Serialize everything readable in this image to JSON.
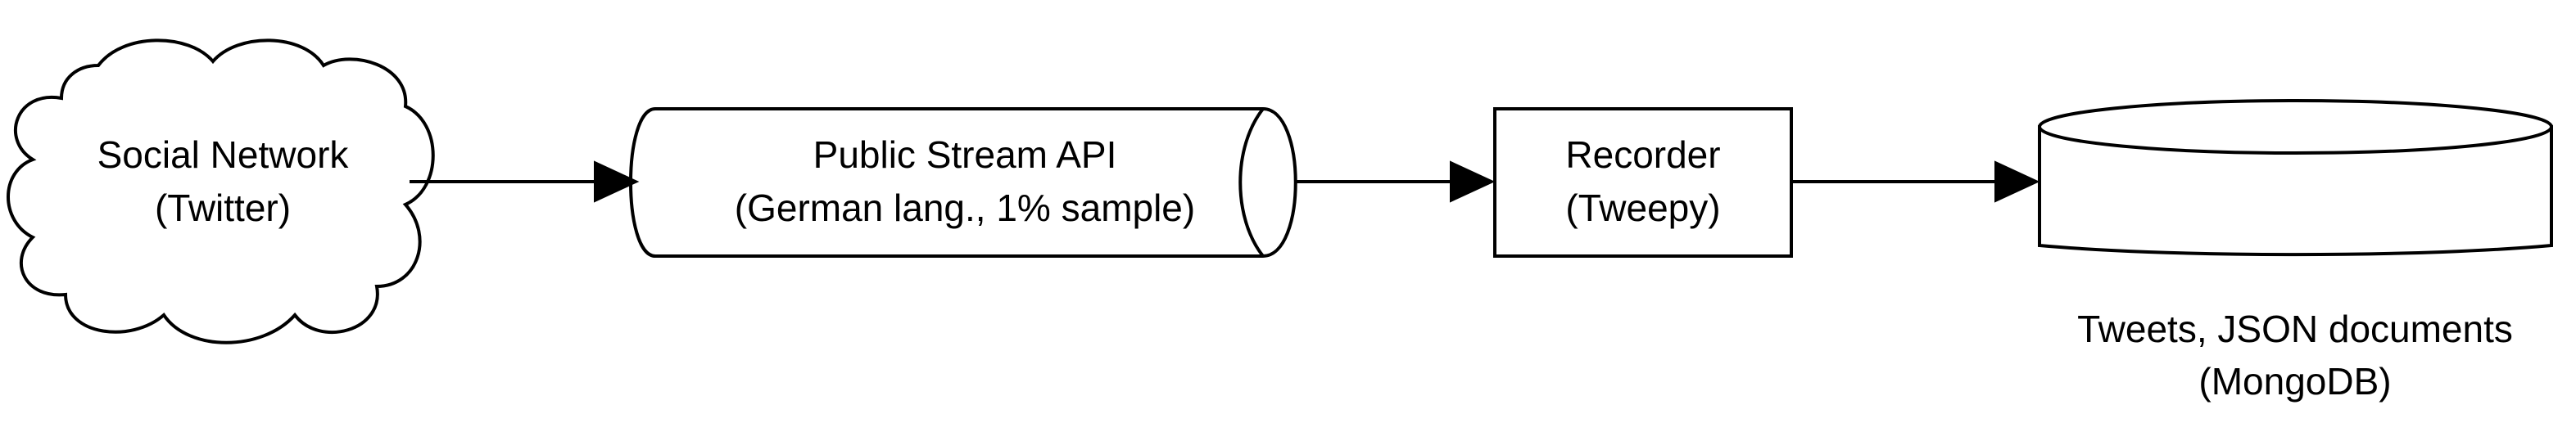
{
  "diagram": {
    "nodes": {
      "social_network": {
        "line1": "Social Network",
        "line2": "(Twitter)",
        "shape": "cloud"
      },
      "public_stream": {
        "line1": "Public Stream API",
        "line2": "(German lang., 1% sample)",
        "shape": "horizontal-cylinder"
      },
      "recorder": {
        "line1": "Recorder",
        "line2": "(Tweepy)",
        "shape": "rectangle"
      },
      "storage": {
        "line1": "Tweets, JSON documents",
        "line2": "(MongoDB)",
        "shape": "database-cylinder"
      }
    },
    "edges": [
      {
        "from": "social_network",
        "to": "public_stream"
      },
      {
        "from": "public_stream",
        "to": "recorder"
      },
      {
        "from": "recorder",
        "to": "storage"
      }
    ],
    "colors": {
      "stroke": "#000000",
      "fill": "#ffffff",
      "text": "#000000"
    }
  }
}
